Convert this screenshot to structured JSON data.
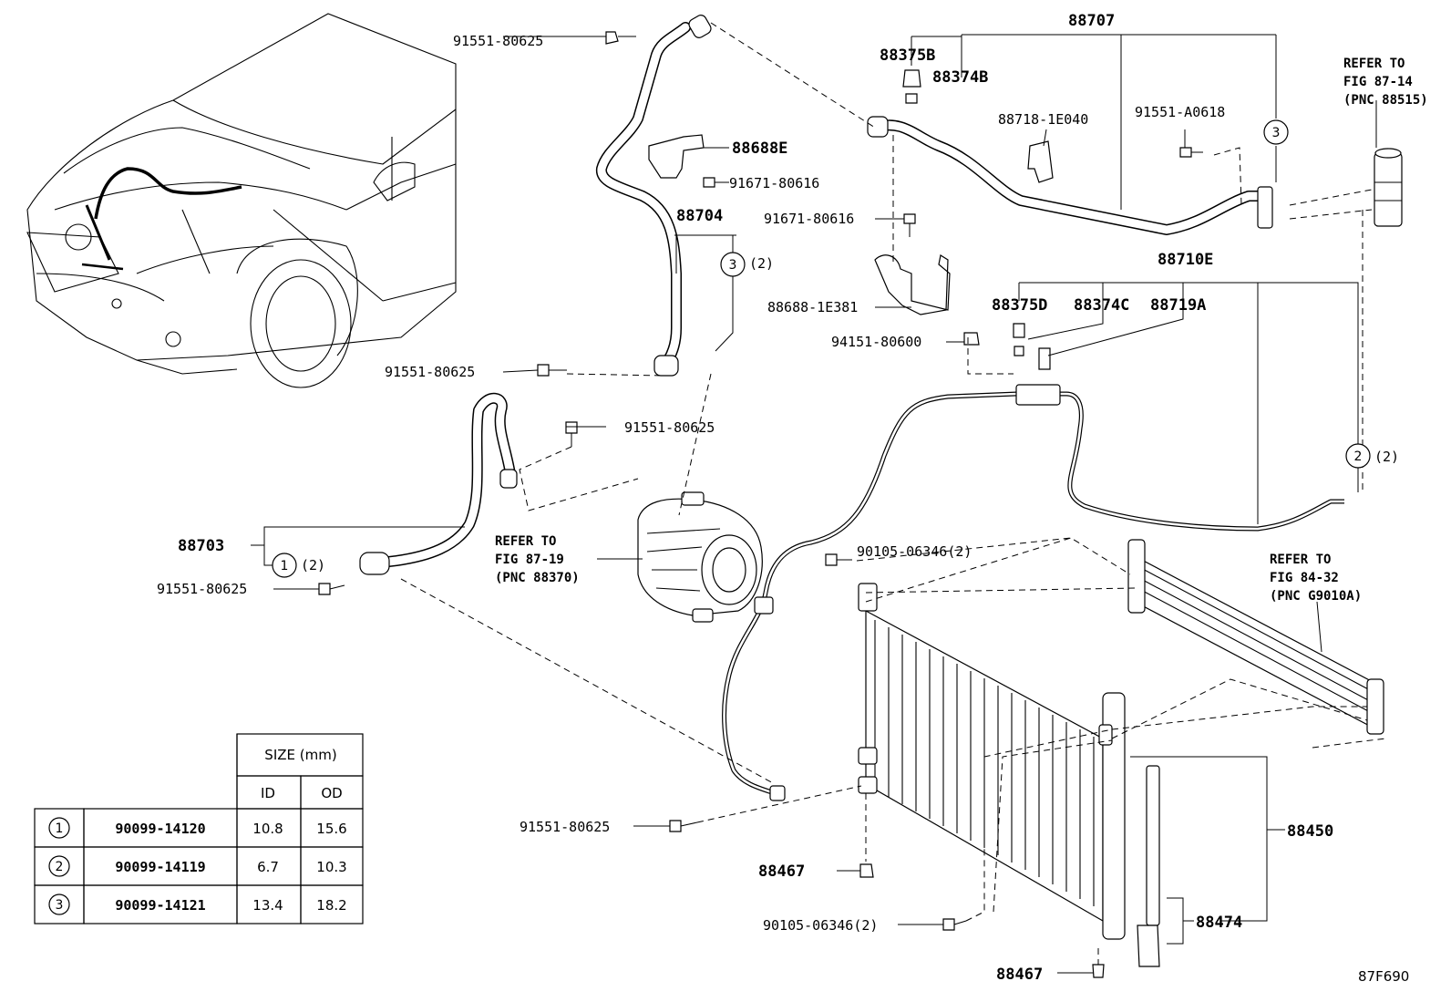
{
  "parts": {
    "p88707": "88707",
    "p88375B": "88375B",
    "p88374B": "88374B",
    "p88718": "88718-1E040",
    "p91551_A0618": "91551-A0618",
    "p88688E": "88688E",
    "p91671_top": "91671-80616",
    "p91671_mid": "91671-80616",
    "p88704": "88704",
    "p88688_1E381": "88688-1E381",
    "p94151": "94151-80600",
    "p88710E": "88710E",
    "p88375D": "88375D",
    "p88374C": "88374C",
    "p88719A": "88719A",
    "p91551_1": "91551-80625",
    "p91551_2": "91551-80625",
    "p91551_3": "91551-80625",
    "p91551_4": "91551-80625",
    "p91551_5": "91551-80625",
    "p88703": "88703",
    "p90105_top": "90105-06346(2)",
    "p90105_bot": "90105-06346(2)",
    "p88450": "88450",
    "p88474": "88474",
    "p88467_a": "88467",
    "p88467_b": "88467",
    "qty2_a": "(2)",
    "qty2_b": "(2)",
    "qty2_c": "(2)"
  },
  "refs": {
    "r1": {
      "line1": "REFER TO",
      "line2": "FIG 87-14",
      "line3": "(PNC 88515)"
    },
    "r2": {
      "line1": "REFER TO",
      "line2": "FIG 87-19",
      "line3": "(PNC 88370)"
    },
    "r3": {
      "line1": "REFER TO",
      "line2": "FIG 84-32",
      "line3": "(PNC G9010A)"
    }
  },
  "callouts": {
    "c1": "1",
    "c2": "2",
    "c3": "3"
  },
  "size_table": {
    "header_size": "SIZE (mm)",
    "col_id": "ID",
    "col_od": "OD",
    "rows": [
      {
        "key": "1",
        "part": "90099-14120",
        "id": "10.8",
        "od": "15.6"
      },
      {
        "key": "2",
        "part": "90099-14119",
        "id": "6.7",
        "od": "10.3"
      },
      {
        "key": "3",
        "part": "90099-14121",
        "id": "13.4",
        "od": "18.2"
      }
    ]
  },
  "figure_code": "87F690"
}
